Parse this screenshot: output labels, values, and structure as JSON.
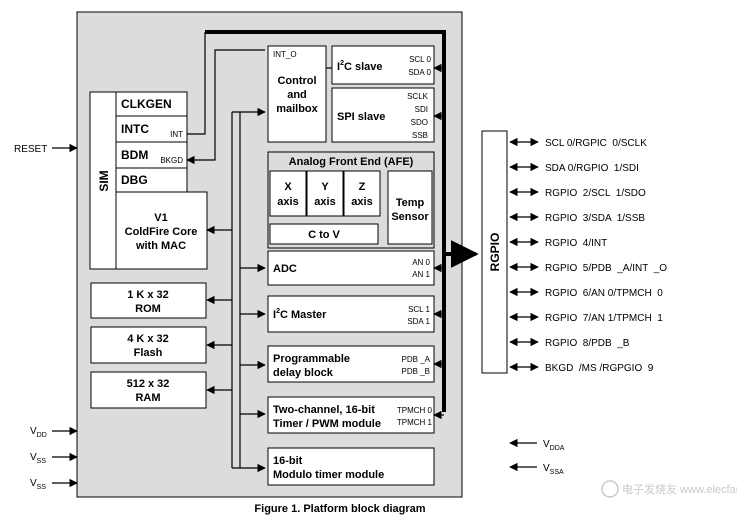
{
  "caption": "Figure 1. Platform block diagram",
  "watermark": "电子发烧友 www.elecfans.com",
  "external_left": {
    "reset": "RESET",
    "vdd": {
      "main": "V",
      "sub": "DD"
    },
    "vss1": {
      "main": "V",
      "sub": "SS"
    },
    "vss2": {
      "main": "V",
      "sub": "SS"
    }
  },
  "external_right": {
    "vdda": {
      "main": "V",
      "sub": "DDA"
    },
    "vssa": {
      "main": "V",
      "sub": "SSA"
    }
  },
  "sim": {
    "label": "SIM",
    "clkgen": "CLKGEN",
    "intc": "INTC",
    "intc_port": "INT",
    "bdm": "BDM",
    "bdm_port": "BKGD",
    "dbg": "DBG"
  },
  "core": {
    "line1": "V1",
    "line2": "ColdFire Core",
    "line3": "with MAC"
  },
  "memory": {
    "rom": {
      "line1": "1 K x 32",
      "line2": "ROM"
    },
    "flash": {
      "line1": "4 K x 32",
      "line2": "Flash"
    },
    "ram": {
      "line1": "512 x 32",
      "line2": "RAM"
    }
  },
  "control": {
    "port": "INT_O",
    "line1": "Control",
    "line2": "and",
    "line3": "mailbox"
  },
  "i2c_slave": {
    "pre": "I",
    "sup": "2",
    "post": "C slave",
    "pins": [
      "SCL 0",
      "SDA 0"
    ]
  },
  "spi_slave": {
    "label": "SPI slave",
    "pins": [
      "SCLK",
      "SDI",
      "SDO",
      "SSB"
    ]
  },
  "afe": {
    "title": "Analog Front End (AFE)",
    "x": {
      "l1": "X",
      "l2": "axis"
    },
    "y": {
      "l1": "Y",
      "l2": "axis"
    },
    "z": {
      "l1": "Z",
      "l2": "axis"
    },
    "temp": {
      "l1": "Temp",
      "l2": "Sensor"
    },
    "ctov": "C to V"
  },
  "adc": {
    "label": "ADC",
    "pins": [
      "AN 0",
      "AN 1"
    ]
  },
  "i2c_master": {
    "pre": "I",
    "sup": "2",
    "post": "C Master",
    "pins": [
      "SCL 1",
      "SDA 1"
    ]
  },
  "delay": {
    "line1": "Programmable",
    "line2": "delay block",
    "pins": [
      "PDB _A",
      "PDB _B"
    ]
  },
  "timer": {
    "line1": "Two-channel, 16-bit",
    "line2": "Timer / PWM module",
    "pins": [
      "TPMCH  0",
      "TPMCH  1"
    ]
  },
  "modulo": {
    "line1": "16-bit",
    "line2": "Modulo timer module"
  },
  "rgpio": {
    "label": "RGPIO",
    "signals": [
      "SCL 0/RGPIC  0/SCLK",
      "SDA 0/RGPIO  1/SDI",
      "RGPIO  2/SCL  1/SDO",
      "RGPIO  3/SDA  1/SSB",
      "RGPIO  4/INT",
      "RGPIO  5/PDB  _A/INT  _O",
      "RGPIO  6/AN 0/TPMCH  0",
      "RGPIO  7/AN 1/TPMCH  1",
      "RGPIO  8/PDB  _B",
      "BKGD  /MS /RGPGIO  9"
    ]
  }
}
